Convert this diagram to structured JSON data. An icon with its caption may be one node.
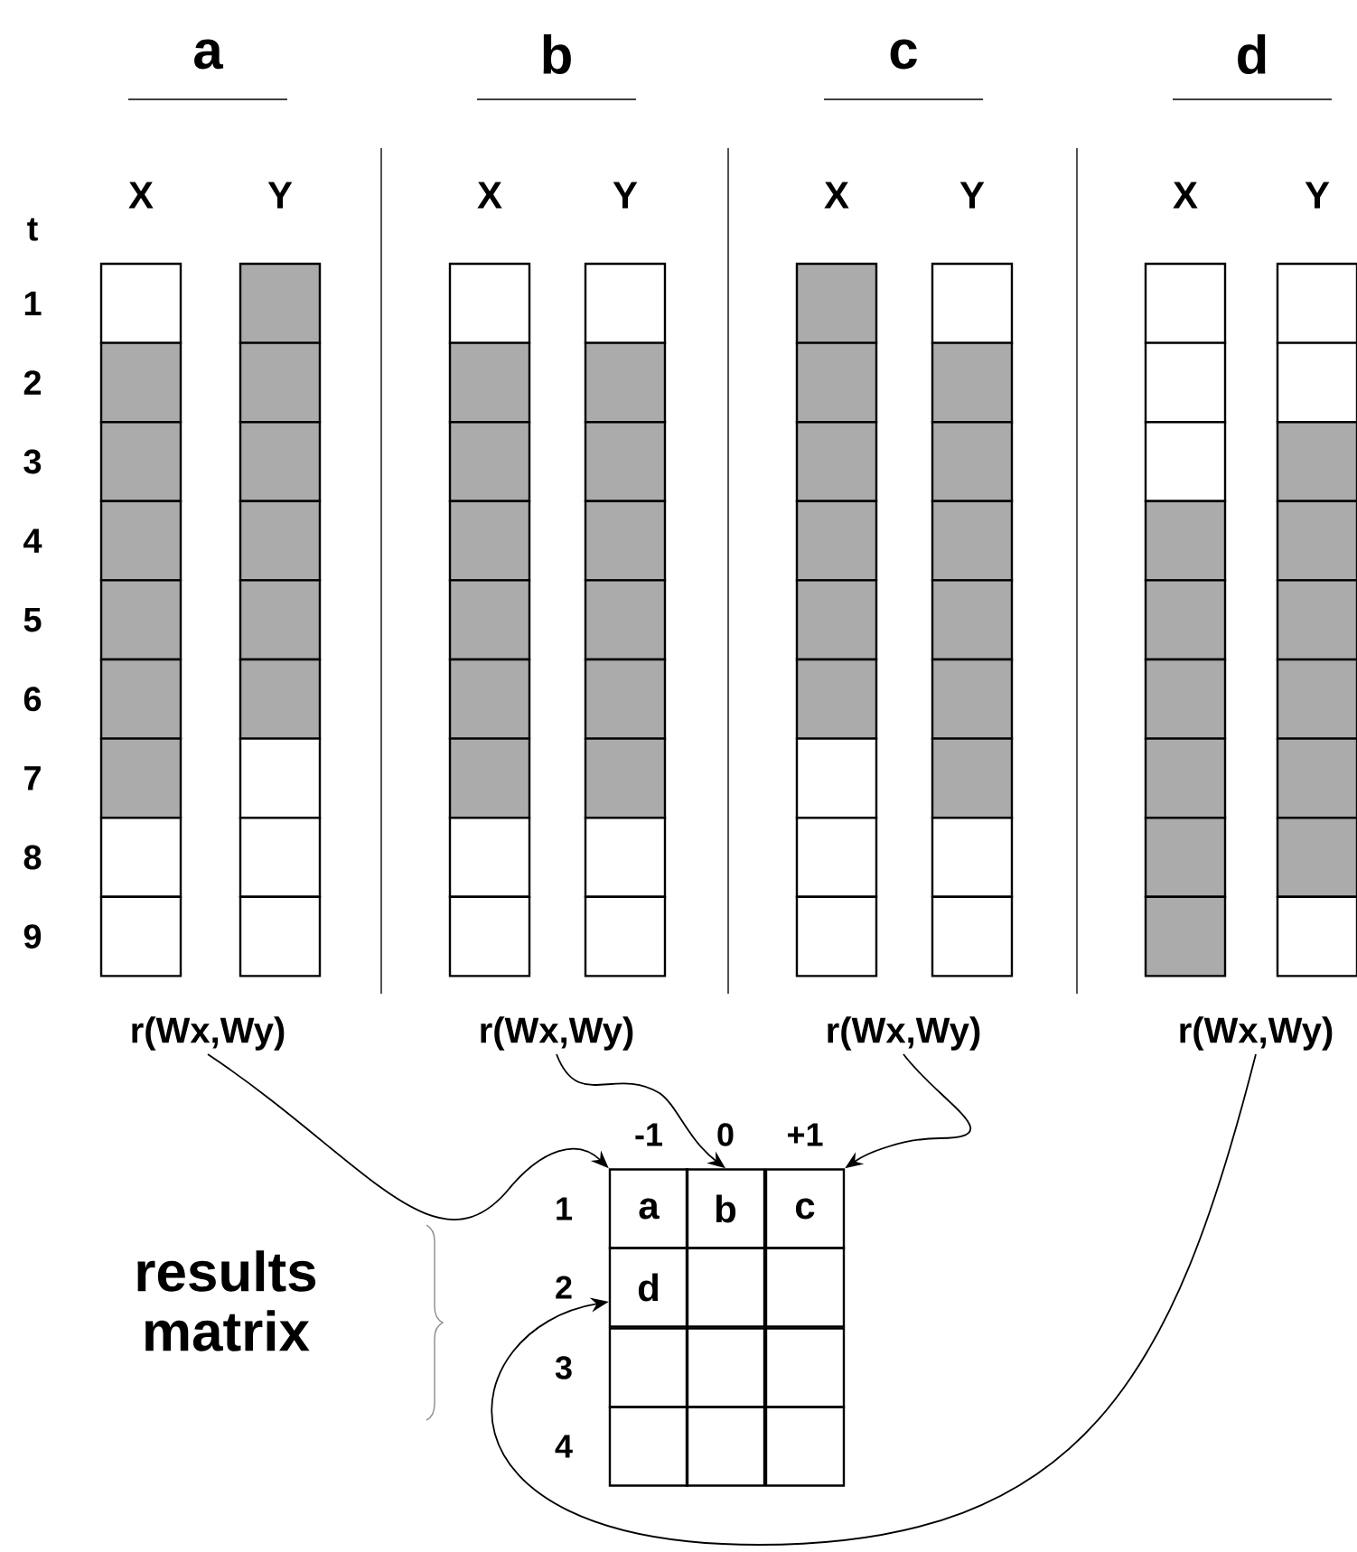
{
  "diagram": {
    "nodes": [
      {
        "text": [
          "r(Wx,Wy)"
        ]
      },
      {
        "text": [
          "r(Wx,Wy)"
        ]
      },
      {
        "text": [
          "r(Wx,Wy)"
        ]
      },
      {
        "text": [
          "r(Wx,Wy)"
        ]
      },
      {
        "text": [
          "a"
        ]
      },
      {
        "text": [
          "b"
        ]
      },
      {
        "text": [
          "c"
        ]
      },
      {
        "text": [
          "d"
        ]
      },
      {
        "text": [],
        "shape": "box"
      },
      {
        "text": [],
        "shape": "box"
      },
      {
        "text": [],
        "shape": "box"
      },
      {
        "text": [],
        "shape": "box"
      },
      {
        "text": [],
        "shape": "box"
      },
      {
        "text": [],
        "shape": "box"
      },
      {
        "text": [],
        "shape": "box"
      },
      {
        "text": [],
        "shape": "box"
      }
    ],
    "edges": [
      {
        "from": 0,
        "to": 4,
        "arrow": "to"
      },
      {
        "from": 1,
        "to": 5,
        "arrow": "to"
      },
      {
        "from": 2,
        "to": 6,
        "arrow": "to"
      },
      {
        "from": 3,
        "to": 7,
        "arrow": "to"
      }
    ],
    "labels": [
      "a",
      "b",
      "c",
      "d",
      "X",
      "Y",
      "X",
      "Y",
      "X",
      "Y",
      "X",
      "Y",
      "t",
      "1",
      "2",
      "3",
      "4",
      "5",
      "6",
      "7",
      "8",
      "9",
      "-1",
      "0",
      "+1",
      "1",
      "2",
      "3",
      "4",
      "results matrix"
    ]
  }
}
